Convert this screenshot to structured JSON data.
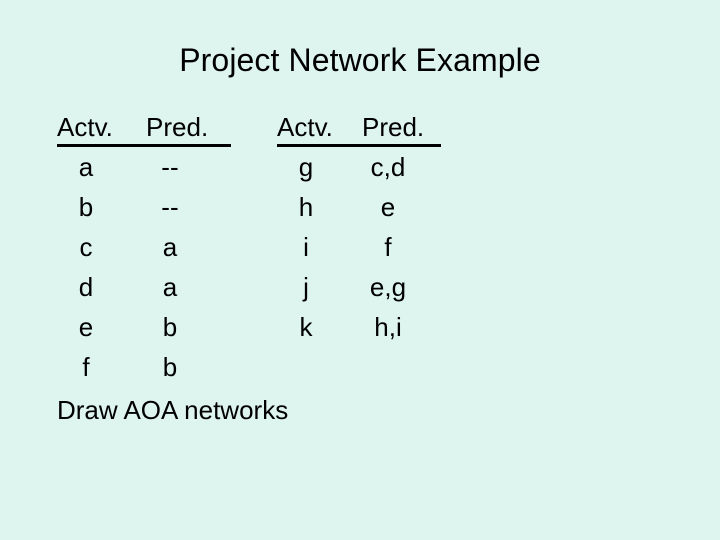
{
  "slide": {
    "title": "Project Network Example",
    "background_color": "#ddf4ef",
    "text_color": "#000000",
    "footer_note": "Draw AOA networks"
  },
  "tables": {
    "left": {
      "headers": {
        "activity": "Actv.",
        "predecessor": "Pred."
      },
      "rows": [
        {
          "activity": "a",
          "predecessor": "--"
        },
        {
          "activity": "b",
          "predecessor": "--"
        },
        {
          "activity": "c",
          "predecessor": "a"
        },
        {
          "activity": "d",
          "predecessor": "a"
        },
        {
          "activity": "e",
          "predecessor": "b"
        },
        {
          "activity": "f",
          "predecessor": "b"
        }
      ]
    },
    "right": {
      "headers": {
        "activity": "Actv.",
        "predecessor": "Pred."
      },
      "rows": [
        {
          "activity": "g",
          "predecessor": "c,d"
        },
        {
          "activity": "h",
          "predecessor": "e"
        },
        {
          "activity": "i",
          "predecessor": "f"
        },
        {
          "activity": "j",
          "predecessor": "e,g"
        },
        {
          "activity": "k",
          "predecessor": "h,i"
        }
      ]
    }
  }
}
